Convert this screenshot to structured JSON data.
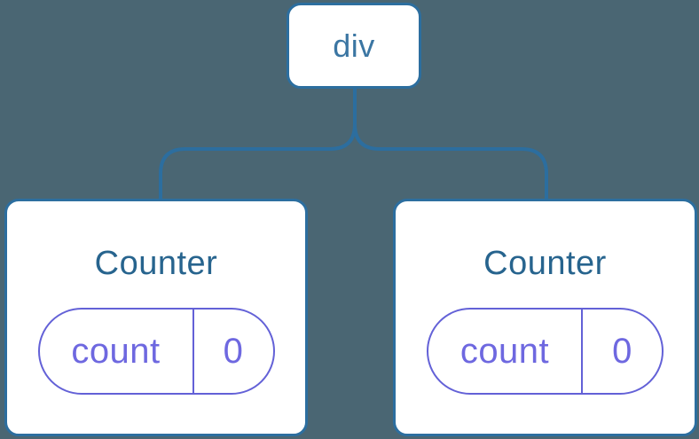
{
  "colors": {
    "bg": "#4a6673",
    "line": "#2c6e9f",
    "node_bg": "#ffffff",
    "node_text": "#3b76a3",
    "title_text": "#27648e",
    "purple": "#6361d7",
    "purple_text": "#6e68e0"
  },
  "tree": {
    "root": {
      "label": "div"
    },
    "children": [
      {
        "title": "Counter",
        "state_key": "count",
        "state_value": "0"
      },
      {
        "title": "Counter",
        "state_key": "count",
        "state_value": "0"
      }
    ]
  }
}
